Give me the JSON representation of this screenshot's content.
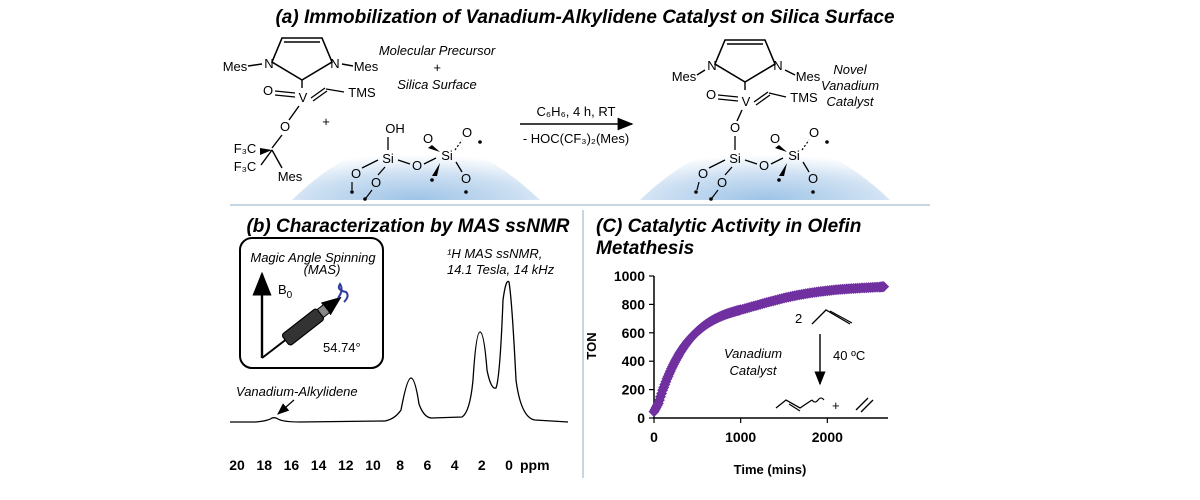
{
  "panel_a": {
    "title": "(a) Immobilization of Vanadium-Alkylidene Catalyst on Silica Surface",
    "precursor_label_1": "Molecular Precursor",
    "precursor_label_plus": "+",
    "precursor_label_2": "Silica Surface",
    "plus": "+",
    "condition_1": "C₆H₆, 4 h, RT",
    "condition_2": "- HOC(CF₃)₂(Mes)",
    "product_label_1": "Novel",
    "product_label_2": "Vanadium",
    "product_label_3": "Catalyst",
    "atoms": {
      "mes_left": "Mes",
      "mes_right": "Mes",
      "n": "N",
      "v": "V",
      "o": "O",
      "tms": "TMS",
      "f3c_1": "F₃C",
      "f3c_2": "F₃C",
      "mes_bottom": "Mes",
      "oh": "OH",
      "si": "Si"
    }
  },
  "panel_b": {
    "title": "(b) Characterization by MAS ssNMR",
    "inset_title_1": "Magic Angle Spinning",
    "inset_title_2": "(MAS)",
    "b0": "B",
    "b0_sub": "0",
    "angle": "54.74°",
    "nmr_label_1": "¹H MAS ssNMR,",
    "nmr_label_2": "14.1 Tesla, 14 kHz",
    "peak_annotation": "Vanadium-Alkylidene",
    "axis_unit": "ppm",
    "ticks": [
      "20",
      "18",
      "16",
      "14",
      "12",
      "10",
      "8",
      "6",
      "4",
      "2",
      "0"
    ]
  },
  "panel_c": {
    "title_1": "(C) Catalytic Activity in Olefin",
    "title_2": "Metathesis",
    "reaction_coeff": "2",
    "reaction_temp": "40 ºC",
    "catalyst_1": "Vanadium",
    "catalyst_2": "Catalyst",
    "product_plus": "+"
  },
  "chart_data": {
    "type": "scatter",
    "title": "",
    "xlabel": "Time (mins)",
    "ylabel": "TON",
    "xlim": [
      0,
      2700
    ],
    "ylim": [
      0,
      1000
    ],
    "xticks": [
      0,
      1000,
      2000
    ],
    "yticks": [
      0,
      200,
      400,
      600,
      800,
      1000
    ],
    "grid": false,
    "series": [
      {
        "color": "#7030a0",
        "marker": "diamond",
        "model": "ton = 935 * (1 - exp(-t / 430))",
        "x": [
          0,
          50,
          100,
          150,
          200,
          250,
          300,
          350,
          400,
          450,
          500,
          550,
          600,
          650,
          700,
          750,
          800,
          850,
          900,
          950,
          1000,
          1100,
          1200,
          1300,
          1400,
          1500,
          1600,
          1700,
          1800,
          1900,
          2000,
          2100,
          2200,
          2300,
          2400,
          2500,
          2600,
          2650
        ],
        "y": [
          45,
          103,
          196,
          276,
          346,
          407,
          460,
          506,
          546,
          580,
          610,
          636,
          659,
          679,
          696,
          711,
          724,
          735,
          745,
          754,
          762,
          779,
          796,
          813,
          829,
          845,
          858,
          870,
          880,
          889,
          896,
          903,
          908,
          912,
          916,
          919,
          922,
          925
        ]
      }
    ]
  }
}
